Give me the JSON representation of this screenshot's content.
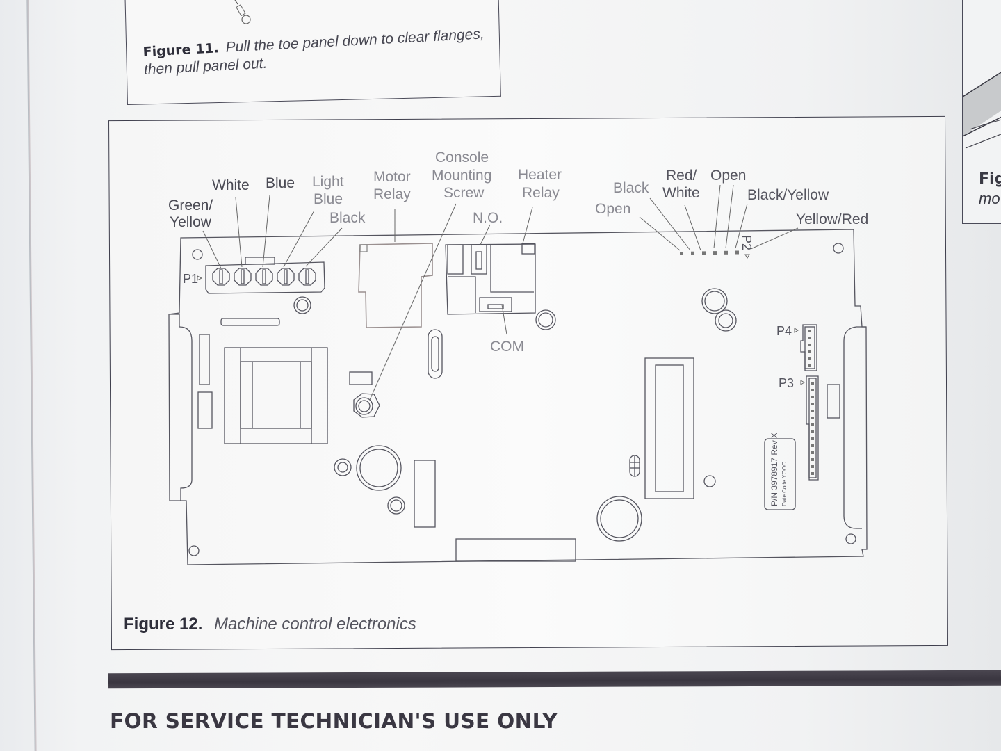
{
  "page": {
    "footer_banner": "FOR SERVICE TECHNICIAN'S USE ONLY"
  },
  "figure11": {
    "label": "Figure 11.",
    "caption": "Pull the toe panel down to clear flanges, then pull panel out."
  },
  "figure12": {
    "label": "Figure 12.",
    "caption": "Machine control electronics",
    "callouts": {
      "p1_wires": [
        {
          "line1": "Green/",
          "line2": "Yellow"
        },
        {
          "line1": "White",
          "line2": ""
        },
        {
          "line1": "Blue",
          "line2": ""
        },
        {
          "line1": "Light",
          "line2": "Blue"
        },
        {
          "line1": "Black",
          "line2": ""
        }
      ],
      "motor_relay": {
        "line1": "Motor",
        "line2": "Relay"
      },
      "console_screw": {
        "line1": "Console",
        "line2": "Mounting",
        "line3": "Screw"
      },
      "heater_relay": {
        "line1": "Heater",
        "line2": "Relay"
      },
      "no_contact": "N.O.",
      "com_contact": "COM",
      "p2_wires": [
        {
          "line1": "Open",
          "line2": ""
        },
        {
          "line1": "Black",
          "line2": ""
        },
        {
          "line1": "Red/",
          "line2": "White"
        },
        {
          "line1": "Open",
          "line2": ""
        },
        {
          "line1": "Black/Yellow",
          "line2": ""
        },
        {
          "line1": "Yellow/Red",
          "line2": ""
        }
      ]
    },
    "connectors": {
      "p1": "P1",
      "p2": "P2",
      "p3": "P3",
      "p4": "P4"
    },
    "board_label": {
      "part_number": "P/N 3978917  Rev X",
      "date_code": "Date Code YOOO"
    }
  },
  "right_figure": {
    "label_fragment": "Fig",
    "caption_fragment": "mo"
  },
  "colors": {
    "ink": "#3a3a44",
    "light_ink": "#8a8a92",
    "paper": "#f5f5f5",
    "rule": "#3e3a44"
  }
}
